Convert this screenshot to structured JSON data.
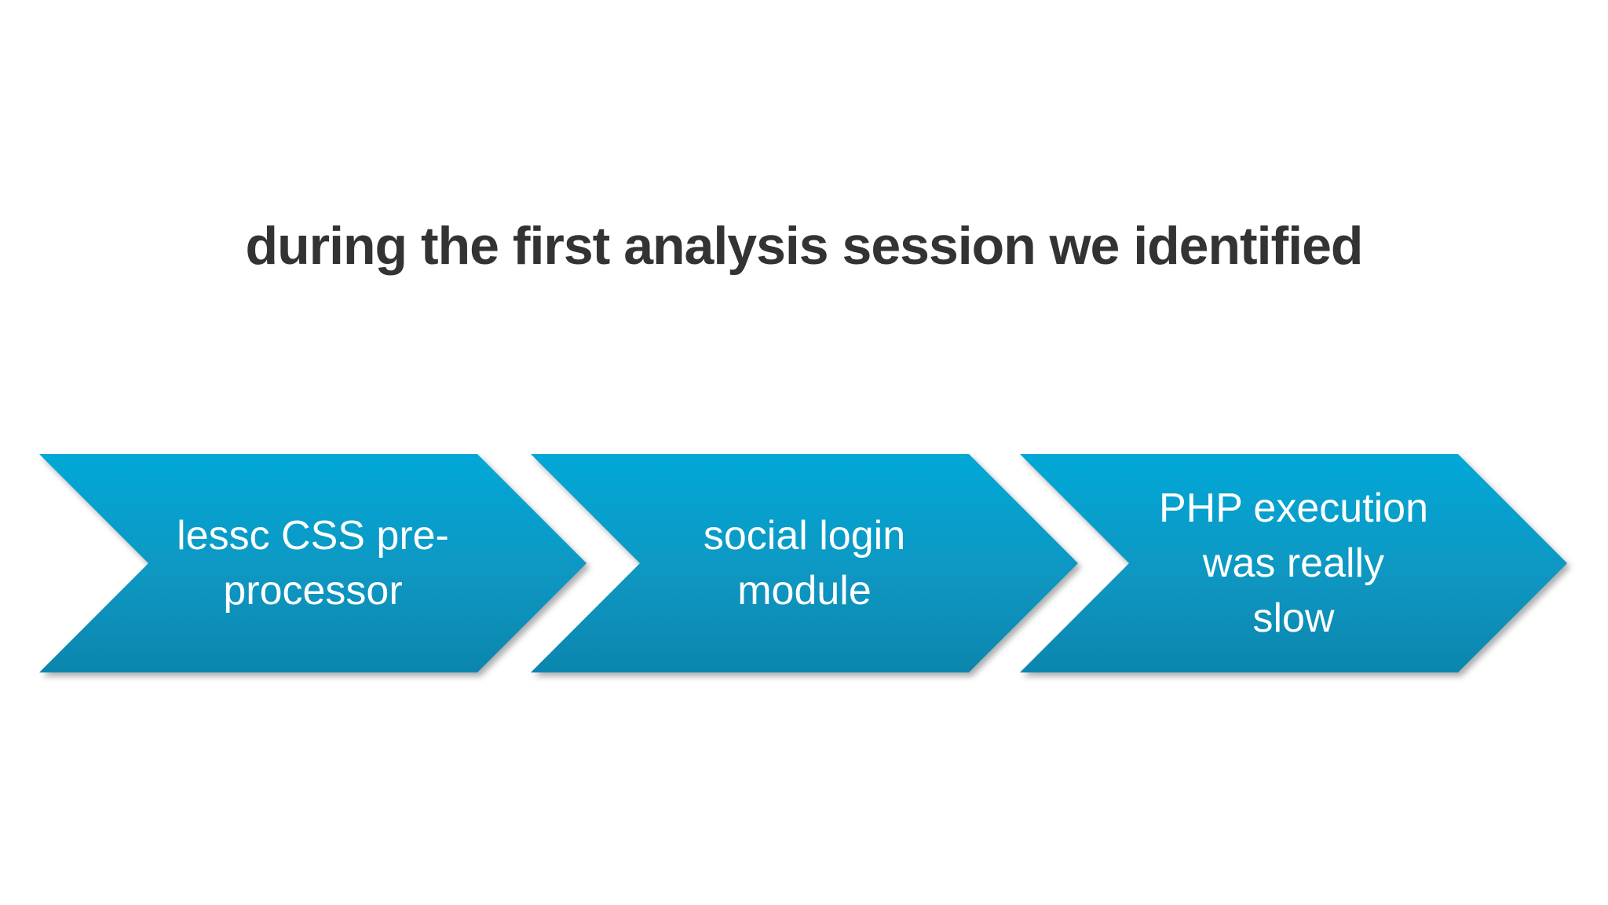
{
  "slide": {
    "title": "during the first analysis session we identified",
    "steps": [
      {
        "label": "lessc CSS pre-processor",
        "lines": [
          "lessc CSS pre-",
          "processor"
        ]
      },
      {
        "label": "social login module",
        "lines": [
          "social login",
          "module"
        ]
      },
      {
        "label": "PHP execution was really slow",
        "lines": [
          "PHP execution",
          "was really",
          "slow"
        ]
      }
    ],
    "colors": {
      "background": "#ffffff",
      "title_text": "#333333",
      "arrow_gradient_top": "#01a8d7",
      "arrow_gradient_bottom": "#0b86ae",
      "arrow_text": "#ffffff"
    }
  }
}
